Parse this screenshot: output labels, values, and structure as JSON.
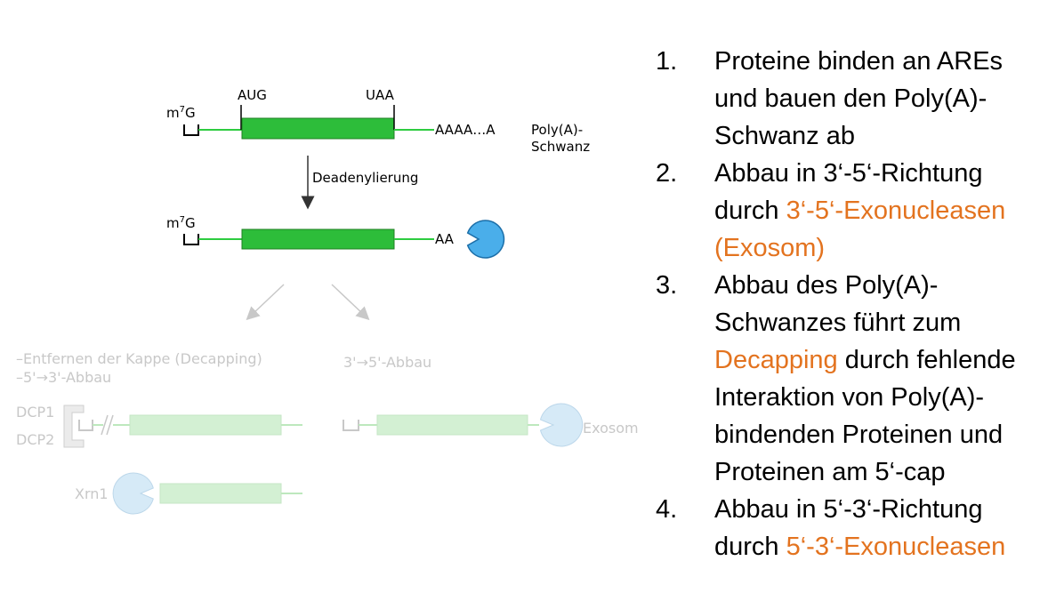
{
  "diagram": {
    "top": {
      "cap": "m",
      "cap_sup": "7",
      "cap_g": "G",
      "start_codon": "AUG",
      "stop_codon": "UAA",
      "tail_seq": "AAAA…A",
      "tail_label_1": "Poly(A)-",
      "tail_label_2": "Schwanz"
    },
    "step_label": "Deadenylierung",
    "middle": {
      "cap": "m",
      "cap_sup": "7",
      "cap_g": "G",
      "tail_seq": "AA"
    },
    "left_branch": {
      "line1": "–Entfernen der Kappe (Decapping)",
      "line2": "–5'→3'-Abbau",
      "dcp1": "DCP1",
      "dcp2": "DCP2",
      "xrn1": "Xrn1"
    },
    "right_branch": {
      "title": "3'→5'-Abbau",
      "exosome": "Exosom"
    },
    "colors": {
      "rna_line": "#2ecc40",
      "orf_box": "#2dbd3a",
      "enzyme": "#4aaeea",
      "faded_box": "#d3f0d3",
      "faded_enzyme": "#d6eaf7",
      "faded_text": "#c8c8c8"
    }
  },
  "steps": [
    {
      "num": "1.",
      "parts": [
        {
          "text": "Proteine binden an AREs und bauen den Poly(A)-Schwanz ab",
          "hl": false
        }
      ]
    },
    {
      "num": "2.",
      "parts": [
        {
          "text": "Abbau in 3‘-5‘-Richtung durch ",
          "hl": false
        },
        {
          "text": "3‘-5‘-Exonucleasen (Exosom)",
          "hl": true
        }
      ]
    },
    {
      "num": "3.",
      "parts": [
        {
          "text": "Abbau des Poly(A)-Schwanzes führt zum ",
          "hl": false
        },
        {
          "text": "Decapping",
          "hl": true
        },
        {
          "text": " durch fehlende Interaktion von Poly(A)-bindenden Proteinen und Proteinen am 5‘-cap",
          "hl": false
        }
      ]
    },
    {
      "num": "4.",
      "parts": [
        {
          "text": "Abbau in 5‘-3‘-Richtung durch ",
          "hl": false
        },
        {
          "text": "5‘-3‘-Exonucleasen",
          "hl": true
        }
      ]
    }
  ],
  "accent_color": "#e3731f"
}
